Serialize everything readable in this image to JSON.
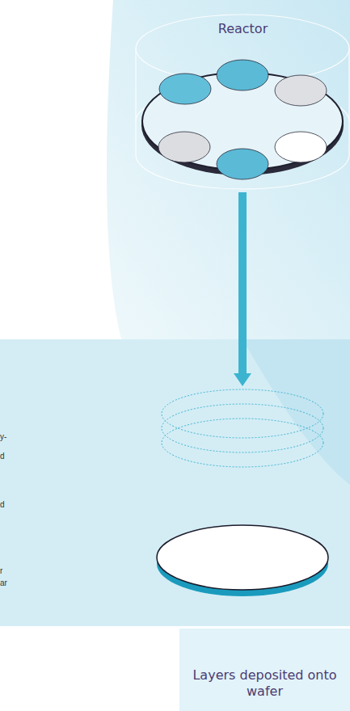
{
  "diagram": {
    "nodes": [
      {
        "text": [
          "Reactor"
        ]
      },
      {
        "text": [
          "Layers deposited onto wafer"
        ]
      }
    ],
    "edges": [
      {
        "from": 0,
        "to": 1,
        "arrow": "to"
      }
    ],
    "labels": [
      "y-",
      "d",
      "d",
      "r",
      "ar"
    ]
  }
}
